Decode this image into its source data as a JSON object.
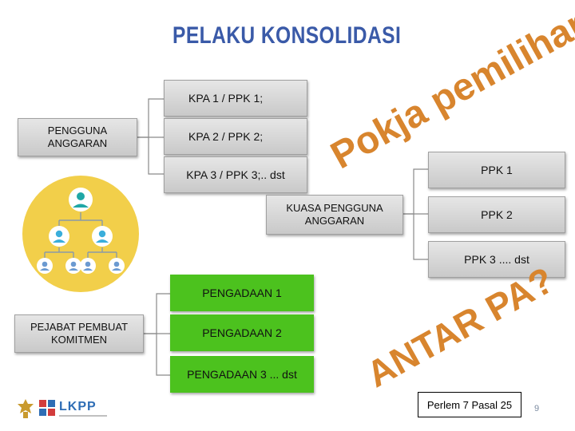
{
  "title": "PELAKU KONSOLIDASI",
  "boxes": {
    "pengguna_anggaran": "PENGGUNA ANGGARAN",
    "kpa1": "KPA 1 / PPK 1;",
    "kpa2": "KPA 2 / PPK 2;",
    "kpa3": "KPA 3 / PPK 3;.. dst",
    "kuasa_pengguna_anggaran": "KUASA PENGGUNA ANGGARAN",
    "ppk1": "PPK 1",
    "ppk2": "PPK 2",
    "ppk3": "PPK 3 .... dst",
    "pejabat_pembuat_komitmen": "PEJABAT PEMBUAT KOMITMEN",
    "pengadaan1": "PENGADAAN 1",
    "pengadaan2": "PENGADAAN 2",
    "pengadaan3": "PENGADAAN 3 ... dst"
  },
  "overlay": {
    "pokja_pemilihan": "Pokja pemilihan ?",
    "antar_pa": "ANTAR PA?"
  },
  "footer": {
    "reference": "Perlem 7 Pasal 25",
    "page_number": "9",
    "logo_text": "LKPP"
  },
  "colors": {
    "title": "#3a5aa8",
    "grey_box": "#d4d4d4",
    "green_box": "#4cc21e",
    "overlay_text": "#d8852e",
    "connector": "#8a8a8a",
    "team_circle": "#f2cf4a"
  },
  "icons": [
    "team-hierarchy-icon",
    "garuda-emblem-icon",
    "lkpp-logo-icon"
  ]
}
